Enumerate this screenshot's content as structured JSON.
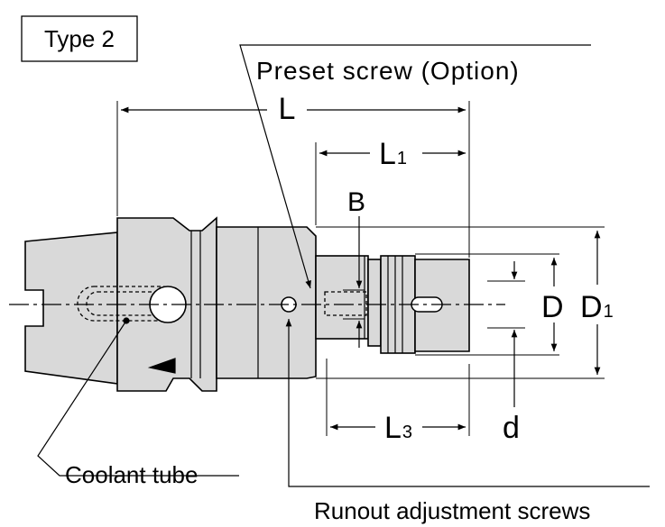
{
  "type_box": {
    "label": "Type 2"
  },
  "callouts": {
    "preset_screw": "Preset screw (Option)",
    "coolant_tube": "Coolant tube",
    "runout_screws": "Runout adjustment screws"
  },
  "dimensions": {
    "L": "L",
    "L1_main": "L",
    "L1_sub": "1",
    "L3_main": "L",
    "L3_sub": "3",
    "B": "B",
    "D": "D",
    "D1_main": "D",
    "D1_sub": "1",
    "d": "d"
  },
  "colors": {
    "body_fill": "#d9d9d9",
    "stroke": "#000000",
    "background": "#ffffff"
  }
}
